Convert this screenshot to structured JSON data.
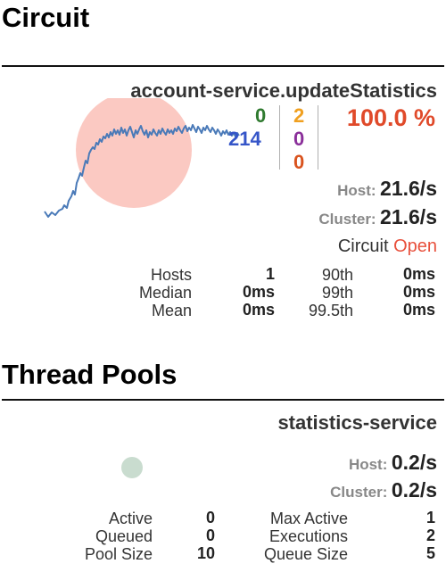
{
  "circuit": {
    "section_title": "Circuit",
    "command_name": "account-service.updateStatistics",
    "counts": {
      "success": "0",
      "short_circuited": "214",
      "timeout": "2",
      "rejected": "0",
      "failure": "0"
    },
    "error_percentage": "100.0 %",
    "host_label": "Host:",
    "host_rate": "21.6/s",
    "cluster_label": "Cluster:",
    "cluster_rate": "21.6/s",
    "circuit_label": "Circuit",
    "circuit_state": "Open",
    "stats_left": [
      {
        "label": "Hosts",
        "value": "1"
      },
      {
        "label": "Median",
        "value": "0ms"
      },
      {
        "label": "Mean",
        "value": "0ms"
      }
    ],
    "stats_right": [
      {
        "label": "90th",
        "value": "0ms"
      },
      {
        "label": "99th",
        "value": "0ms"
      },
      {
        "label": "99.5th",
        "value": "0ms"
      }
    ],
    "colors": {
      "health_circle": "#fbc9c2",
      "sparkline": "#4a7ab8"
    }
  },
  "thread_pools": {
    "section_title": "Thread Pools",
    "pool_name": "statistics-service",
    "host_label": "Host:",
    "host_rate": "0.2/s",
    "cluster_label": "Cluster:",
    "cluster_rate": "0.2/s",
    "stats_left": [
      {
        "label": "Active",
        "value": "0"
      },
      {
        "label": "Queued",
        "value": "0"
      },
      {
        "label": "Pool Size",
        "value": "10"
      }
    ],
    "stats_right": [
      {
        "label": "Max Active",
        "value": "1"
      },
      {
        "label": "Executions",
        "value": "2"
      },
      {
        "label": "Queue Size",
        "value": "5"
      }
    ],
    "colors": {
      "health_circle": "#c9dccf"
    }
  }
}
